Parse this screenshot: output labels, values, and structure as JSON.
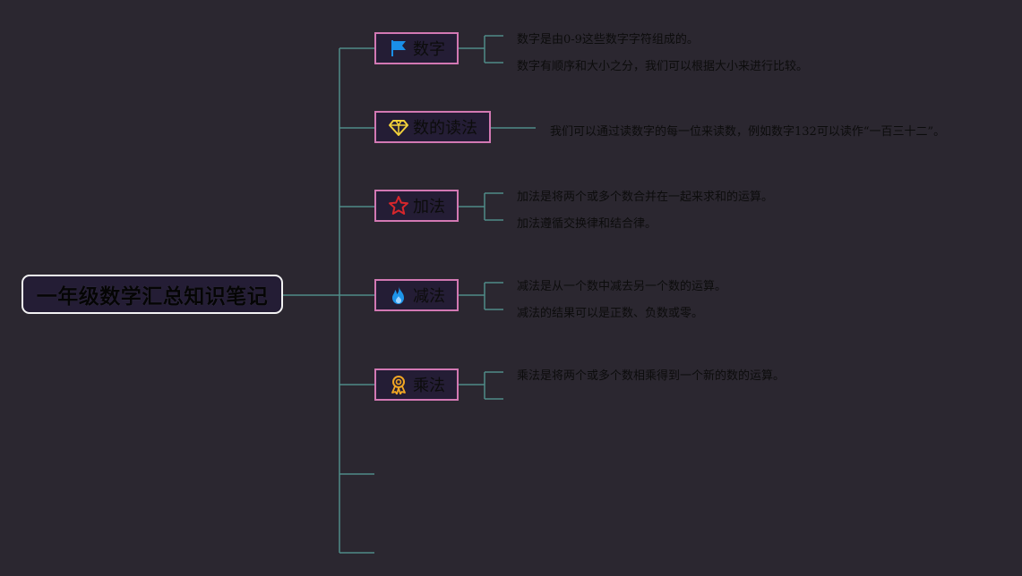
{
  "root": {
    "label": "一年级数学汇总知识笔记"
  },
  "colors": {
    "background": "#2b2730",
    "connector": "#4f8c88",
    "topic_border": "#d278b3",
    "topic_fill": "#241d35",
    "root_border": "#f2f2f2"
  },
  "topics": [
    {
      "label": "数字",
      "icon": "flag-icon",
      "icon_color": "#1a8fe8",
      "notes": [
        "数字是由0-9这些数字字符组成的。",
        "数字有顺序和大小之分，我们可以根据大小来进行比较。"
      ]
    },
    {
      "label": "数的读法",
      "icon": "diamond-icon",
      "icon_color": "#f2d13a",
      "notes": [
        "我们可以通过读数字的每一位来读数，例如数字132可以读作“一百三十二”。"
      ]
    },
    {
      "label": "加法",
      "icon": "star-icon",
      "icon_color": "#d8262b",
      "notes": [
        "加法是将两个或多个数合并在一起来求和的运算。",
        "加法遵循交换律和结合律。"
      ]
    },
    {
      "label": "减法",
      "icon": "flame-icon",
      "icon_color": "#1e95ea",
      "notes": [
        "减法是从一个数中减去另一个数的运算。",
        "减法的结果可以是正数、负数或零。"
      ]
    },
    {
      "label": "乘法",
      "icon": "award-icon",
      "icon_color": "#f0a624",
      "notes": [
        "乘法是将两个或多个数相乘得到一个新的数的运算。"
      ]
    }
  ]
}
